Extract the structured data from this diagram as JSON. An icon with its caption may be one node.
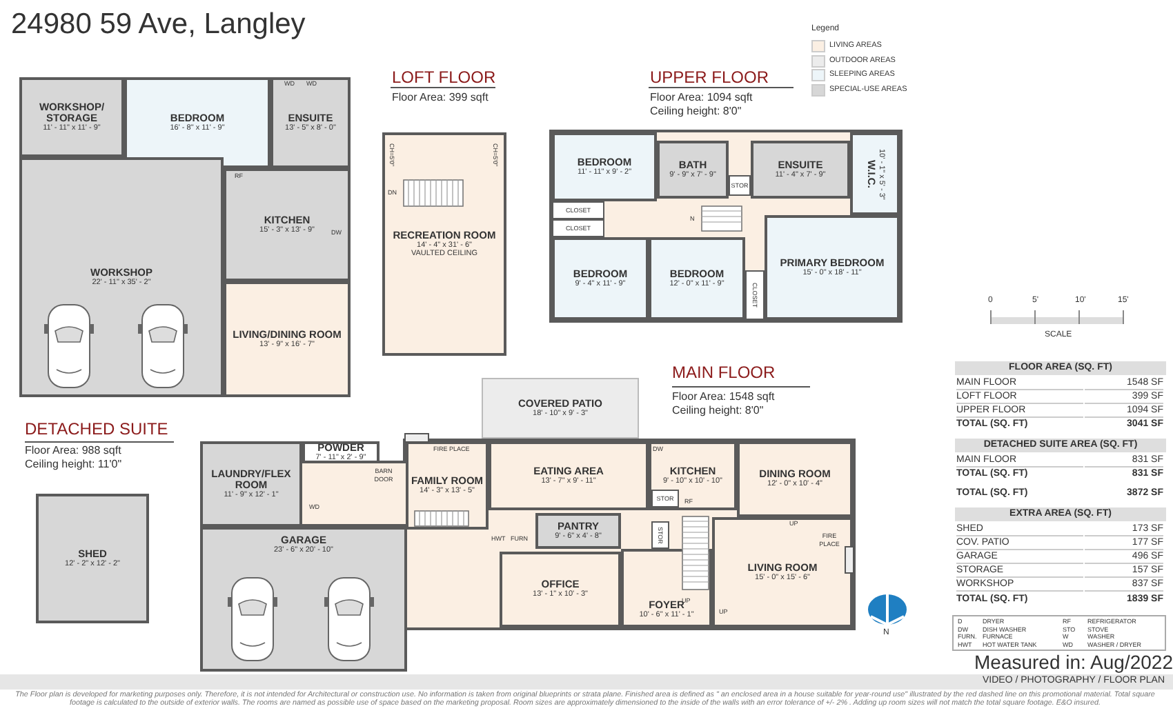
{
  "diagram": {
    "title": "24980 59 Ave, Langley",
    "nodes": [
      {
        "text": [
          "WORKSHOP/ STORAGE",
          "11' - 11\" x 11' - 9\""
        ]
      },
      {
        "text": [
          "BEDROOM",
          "16' - 8\" x 11' - 9\""
        ]
      },
      {
        "text": [
          "ENSUITE",
          "13' - 5\" x 8' - 0\""
        ]
      },
      {
        "text": [
          "WORKSHOP",
          "22' - 11\" x 35' - 2\""
        ]
      },
      {
        "text": [
          "KITCHEN",
          "15' - 3\" x 13' - 9\""
        ]
      },
      {
        "text": [
          "LIVING/DINING ROOM",
          "13' - 9\" x 16' - 7\""
        ]
      },
      {
        "text": [
          "RECREATION ROOM",
          "14' - 4\" x 31' - 6\"",
          "VAULTED CEILING"
        ]
      },
      {
        "text": [
          "BEDROOM",
          "11' - 11\" x 9' - 2\""
        ]
      },
      {
        "text": [
          "BATH",
          "9' - 9\" x 7' - 9\""
        ]
      },
      {
        "text": [
          "ENSUITE",
          "11' - 4\" x 7' - 9\""
        ]
      },
      {
        "text": [
          "W.I.C.",
          "10' - 1\" x 5' - 3\""
        ]
      },
      {
        "text": [
          "CLOSET"
        ]
      },
      {
        "text": [
          "CLOSET"
        ]
      },
      {
        "text": [
          "BEDROOM",
          "9' - 4\" x 11' - 9\""
        ]
      },
      {
        "text": [
          "BEDROOM",
          "12' - 0\" x 11' - 9\""
        ]
      },
      {
        "text": [
          "PRIMARY BEDROOM",
          "15' - 0\" x 18' - 11\""
        ]
      },
      {
        "text": [
          "CLOSET"
        ]
      },
      {
        "text": [
          "STOR"
        ]
      },
      {
        "text": [
          "COVERED PATIO",
          "18' - 10\" x 9' - 3\""
        ]
      },
      {
        "text": [
          "LAUNDRY/FLEX ROOM",
          "11' - 9\" x 12' - 1\""
        ]
      },
      {
        "text": [
          "POWDER",
          "7' - 11\" x 2' - 9\""
        ]
      },
      {
        "text": [
          "FAMILY ROOM",
          "14' - 3\" x 13' - 5\""
        ]
      },
      {
        "text": [
          "EATING AREA",
          "13' - 7\" x 9' - 11\""
        ]
      },
      {
        "text": [
          "KITCHEN",
          "9' - 10\" x 10' - 10\""
        ]
      },
      {
        "text": [
          "DINING ROOM",
          "12' - 0\" x 10' - 4\""
        ]
      },
      {
        "text": [
          "PANTRY",
          "9' - 6\" x 4' - 8\""
        ]
      },
      {
        "text": [
          "GARAGE",
          "23' - 6\" x 20' - 10\""
        ]
      },
      {
        "text": [
          "OFFICE",
          "13' - 1\" x 10' - 3\""
        ]
      },
      {
        "text": [
          "FOYER",
          "10' - 6\" x 11' - 1\""
        ]
      },
      {
        "text": [
          "LIVING ROOM",
          "15' - 0\" x 15' - 6\""
        ]
      },
      {
        "text": [
          "STOR"
        ],
        "in": 23
      },
      {
        "text": [
          "STOR"
        ]
      },
      {
        "text": [
          "SHED",
          "12' - 2\" x 12' - 2\""
        ]
      }
    ],
    "labels": [
      "Legend",
      "LOFT FLOOR",
      "Floor Area: 399 sqft",
      "UPPER FLOOR",
      "Floor Area: 1094 sqft",
      "Ceiling height: 8'0\"",
      "WD",
      "WD",
      "CH=5'0\"",
      "CH=5'0\"",
      "DN",
      "RF",
      "DW",
      "N",
      "0",
      "5'",
      "10'",
      "15'",
      "SCALE",
      "FLOOR AREA (SQ. FT)",
      "MAIN FLOOR",
      "1548 SF",
      "LOFT FLOOR",
      "399 SF",
      "UPPER FLOOR",
      "1094 SF",
      "TOTAL (SQ. FT)",
      "3041 SF",
      "DETACHED SUITE  AREA (SQ. FT)",
      "MAIN FLOOR",
      "831 SF",
      "TOTAL (SQ. FT)",
      "831 SF",
      "TOTAL (SQ. FT)",
      "3872 SF",
      "EXTRA AREA (SQ. FT)",
      "SHED",
      "173 SF",
      "COV. PATIO",
      "177 SF",
      "GARAGE",
      "496 SF",
      "STORAGE",
      "157 SF",
      "WORKSHOP",
      "837 SF",
      "TOTAL (SQ. FT)",
      "1839 SF",
      "MAIN FLOOR",
      "Floor Area: 1548 sqft",
      "Ceiling height: 8'0\"",
      "DETACHED SUITE",
      "Floor Area: 988 sqft",
      "Ceiling height: 11'0\"",
      "FIRE PLACE",
      "BARN DOOR",
      "DW",
      "RF",
      "WD",
      "UP",
      "FIRE PLACE",
      "HWT",
      "FURN",
      "UP",
      "UP",
      "N",
      "D",
      "DRYER",
      "RF",
      "REFRIGERATOR",
      "DW",
      "DISH WASHER",
      "STO",
      "STOVE",
      "FURN.",
      "FURNACE",
      "W",
      "WASHER",
      "HWT",
      "HOT WATER TANK",
      "WD",
      "WASHER / DRYER",
      "Measured in: Aug/2022",
      "VIDEO / PHOTOGRAPHY / FLOOR PLAN",
      "The Floor plan is developed for marketing purposes only. Therefore, it is not intended for Architectural or construction use. No information is taken from original blueprints or strata plane. Finished area is defined as \" an enclosed area in a house suitable for year-round use\" illustrated by the red dashed line on this promotional material. Total square footage is calculated to the outside of exterior walls. The rooms are named as possible use of space based on the marketing proposal. Room sizes are approximately dimensioned to the inside of the walls with an error tolerance of +/- 2% . Adding up room sizes will not match the total square footage. E&O insured."
    ],
    "legend": [
      {
        "text": "LIVING AREAS",
        "color": "#fbefe3"
      },
      {
        "text": "OUTDOOR AREAS",
        "color": "#ececec"
      },
      {
        "text": "SLEEPING AREAS",
        "color": "#edf5f9"
      },
      {
        "text": "SPECIAL-USE AREAS",
        "color": "#d7d7d7"
      }
    ]
  }
}
